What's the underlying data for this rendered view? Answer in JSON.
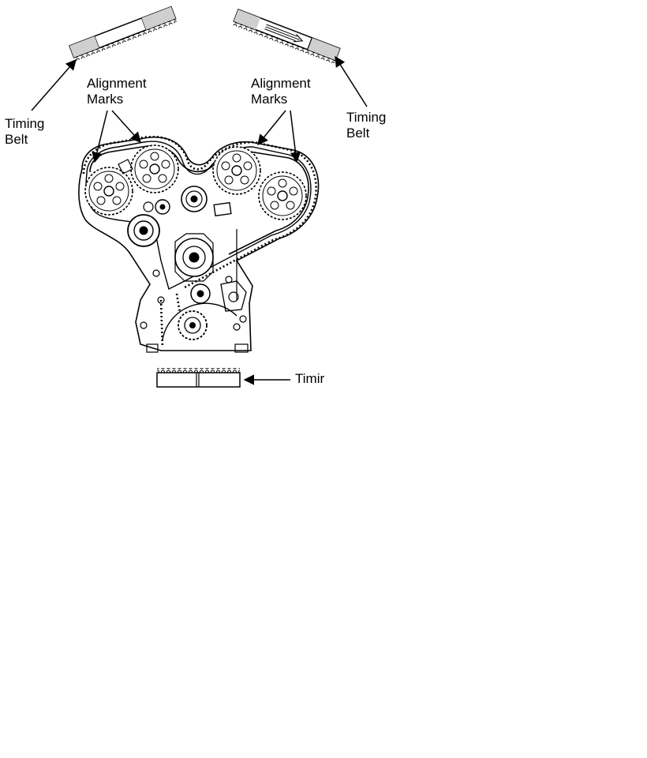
{
  "labels": {
    "alignment_marks_left": {
      "line1": "Alignment",
      "line2": "Marks"
    },
    "alignment_marks_right": {
      "line1": "Alignment",
      "line2": "Marks"
    },
    "timing_belt_left": {
      "line1": "Timing",
      "line2": "Belt"
    },
    "timing_belt_right": {
      "line1": "Timing",
      "line2": "Belt"
    },
    "timing_belt_bottom": "Timir"
  }
}
